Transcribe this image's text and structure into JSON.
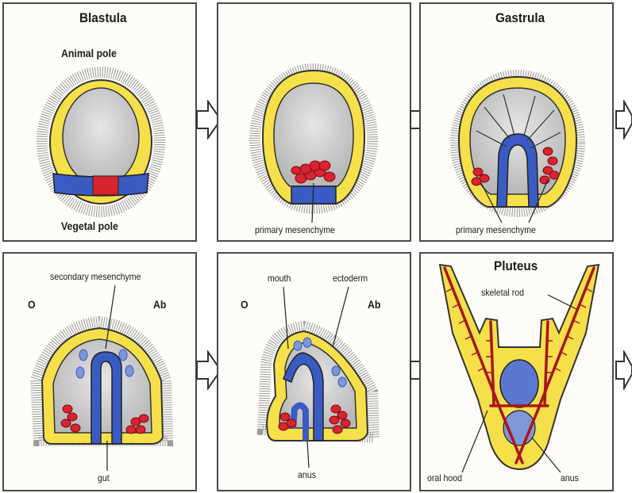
{
  "panels": {
    "blastula": {
      "title": "Blastula",
      "animal_pole": "Animal pole",
      "vegetal_pole": "Vegetal pole"
    },
    "early_gastrula": {
      "label": "primary mesenchyme"
    },
    "gastrula": {
      "title": "Gastrula",
      "label": "primary mesenchyme"
    },
    "prism": {
      "secondary_mesenchyme": "secondary mesenchyme",
      "oral": "O",
      "aboral": "Ab",
      "gut": "gut"
    },
    "late_prism": {
      "oral": "O",
      "aboral": "Ab",
      "mouth": "mouth",
      "ectoderm": "ectoderm",
      "anus": "anus"
    },
    "pluteus": {
      "title": "Pluteus",
      "skeletal_rod": "skeletal rod",
      "oral_hood": "oral hood",
      "anus": "anus"
    }
  },
  "colors": {
    "ectoderm_yellow": "#f6e04a",
    "yolk_outline": "#333333",
    "cavity_gray": "#d2d2d2",
    "endoderm_blue": "#3a5bc4",
    "mesenchyme_red": "#d9232e",
    "rod_red": "#a8161c"
  }
}
